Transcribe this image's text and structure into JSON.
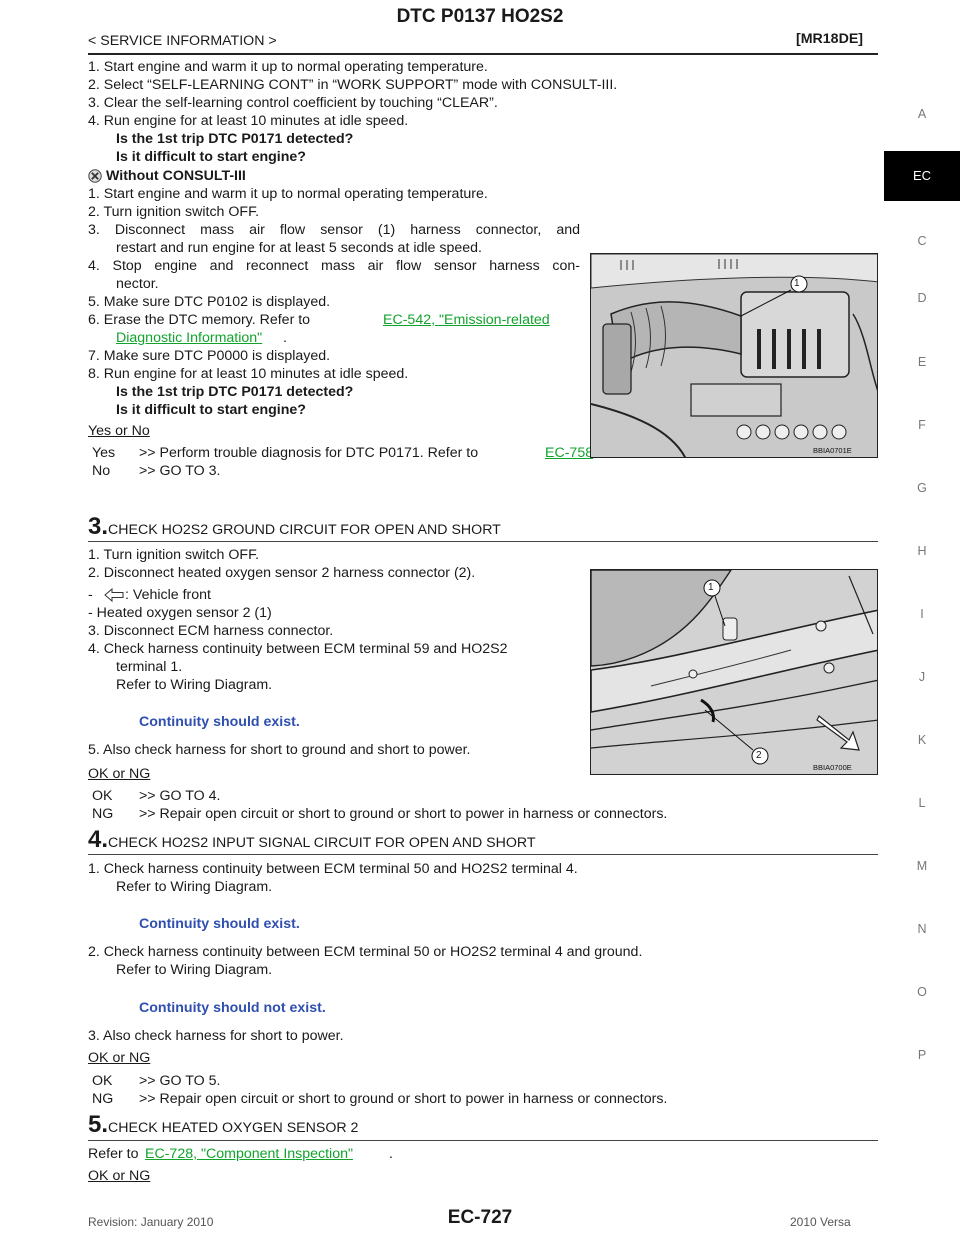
{
  "header": {
    "title": "DTC P0137 HO2S2",
    "section": "< SERVICE INFORMATION >",
    "engine": "[MR18DE]"
  },
  "side_tabs": [
    "A",
    "EC",
    "C",
    "D",
    "E",
    "F",
    "G",
    "H",
    "I",
    "J",
    "K",
    "L",
    "M",
    "N",
    "O",
    "P"
  ],
  "with_consult": {
    "steps": [
      "1. Start engine and warm it up to normal operating temperature.",
      "2. Select “SELF-LEARNING CONT” in “WORK SUPPORT” mode with CONSULT-III.",
      "3. Clear the self-learning control coefficient by touching “CLEAR”.",
      "4. Run engine for at least 10 minutes at idle speed."
    ],
    "q1": "Is the 1st trip DTC P0171 detected?",
    "q2": "Is it difficult to start engine?"
  },
  "without_consult": {
    "heading": "Without CONSULT-III",
    "s1": "1. Start engine and warm it up to normal operating temperature.",
    "s2": "2. Turn ignition switch OFF.",
    "s3a": "3. Disconnect mass air flow sensor (1) harness connector, and",
    "s3b": "restart and run engine for at least 5 seconds at idle speed.",
    "s4a": "4. Stop engine and reconnect mass air flow sensor harness con-",
    "s4b": "nector.",
    "s5": "5. Make sure DTC P0102 is displayed.",
    "s6a": "6. Erase the DTC memory. Refer to",
    "s6_link1": "EC-542, \"Emission-related",
    "s6_link2": "Diagnostic Information\"",
    "s6_end": ".",
    "s7": "7. Make sure DTC P0000 is displayed.",
    "s8": "8. Run engine for at least 10 minutes at idle speed.",
    "q1": "Is the 1st trip DTC P0171 detected?",
    "q2": "Is it difficult to start engine?",
    "decision": "Yes or No",
    "yes_label": "Yes",
    "yes_text": ">> Perform trouble diagnosis for DTC P0171. Refer to",
    "yes_link": "EC-758",
    "yes_end": ".",
    "no_label": "No",
    "no_text": ">> GO TO 3."
  },
  "figure1": {
    "code": "BBIA0701E",
    "callout": "1"
  },
  "step3": {
    "num": "3.",
    "title": "CHECK HO2S2 GROUND CIRCUIT FOR OPEN AND SHORT",
    "s1": "1. Turn ignition switch OFF.",
    "s2": "2. Disconnect heated oxygen sensor 2 harness connector (2).",
    "b1_prefix": "-",
    "b1_text": ": Vehicle front",
    "b2": "- Heated oxygen sensor 2 (1)",
    "s3": "3. Disconnect ECM harness connector.",
    "s4a": "4. Check harness continuity between ECM terminal 59 and HO2S2",
    "s4b": "terminal 1.",
    "s4c": "Refer to Wiring Diagram.",
    "spec": "Continuity should exist.",
    "s5": "5. Also check harness for short to ground and short to power.",
    "decision": "OK or NG",
    "ok_label": "OK",
    "ok_text": ">> GO TO 4.",
    "ng_label": "NG",
    "ng_text": ">> Repair open circuit or short to ground or short to power in harness or connectors."
  },
  "figure2": {
    "code": "BBIA0700E",
    "callout1": "1",
    "callout2": "2"
  },
  "step4": {
    "num": "4.",
    "title": "CHECK HO2S2 INPUT SIGNAL CIRCUIT FOR OPEN AND SHORT",
    "s1": "1. Check harness continuity between ECM terminal 50 and HO2S2 terminal 4.",
    "s1b": "Refer to Wiring Diagram.",
    "spec1": "Continuity should exist.",
    "s2": "2. Check harness continuity between ECM terminal 50 or HO2S2 terminal 4 and ground.",
    "s2b": "Refer to Wiring Diagram.",
    "spec2": "Continuity should not exist.",
    "s3": "3. Also check harness for short to power.",
    "decision": "OK or NG",
    "ok_label": "OK",
    "ok_text": ">> GO TO 5.",
    "ng_label": "NG",
    "ng_text": ">> Repair open circuit or short to ground or short to power in harness or connectors."
  },
  "step5": {
    "num": "5.",
    "title": "CHECK HEATED OXYGEN SENSOR 2",
    "refer": "Refer to",
    "link": "EC-728, \"Component Inspection\"",
    "end": ".",
    "decision": "OK or NG"
  },
  "footer": {
    "revision": "Revision: January 2010",
    "page": "EC-727",
    "model": "2010 Versa"
  }
}
